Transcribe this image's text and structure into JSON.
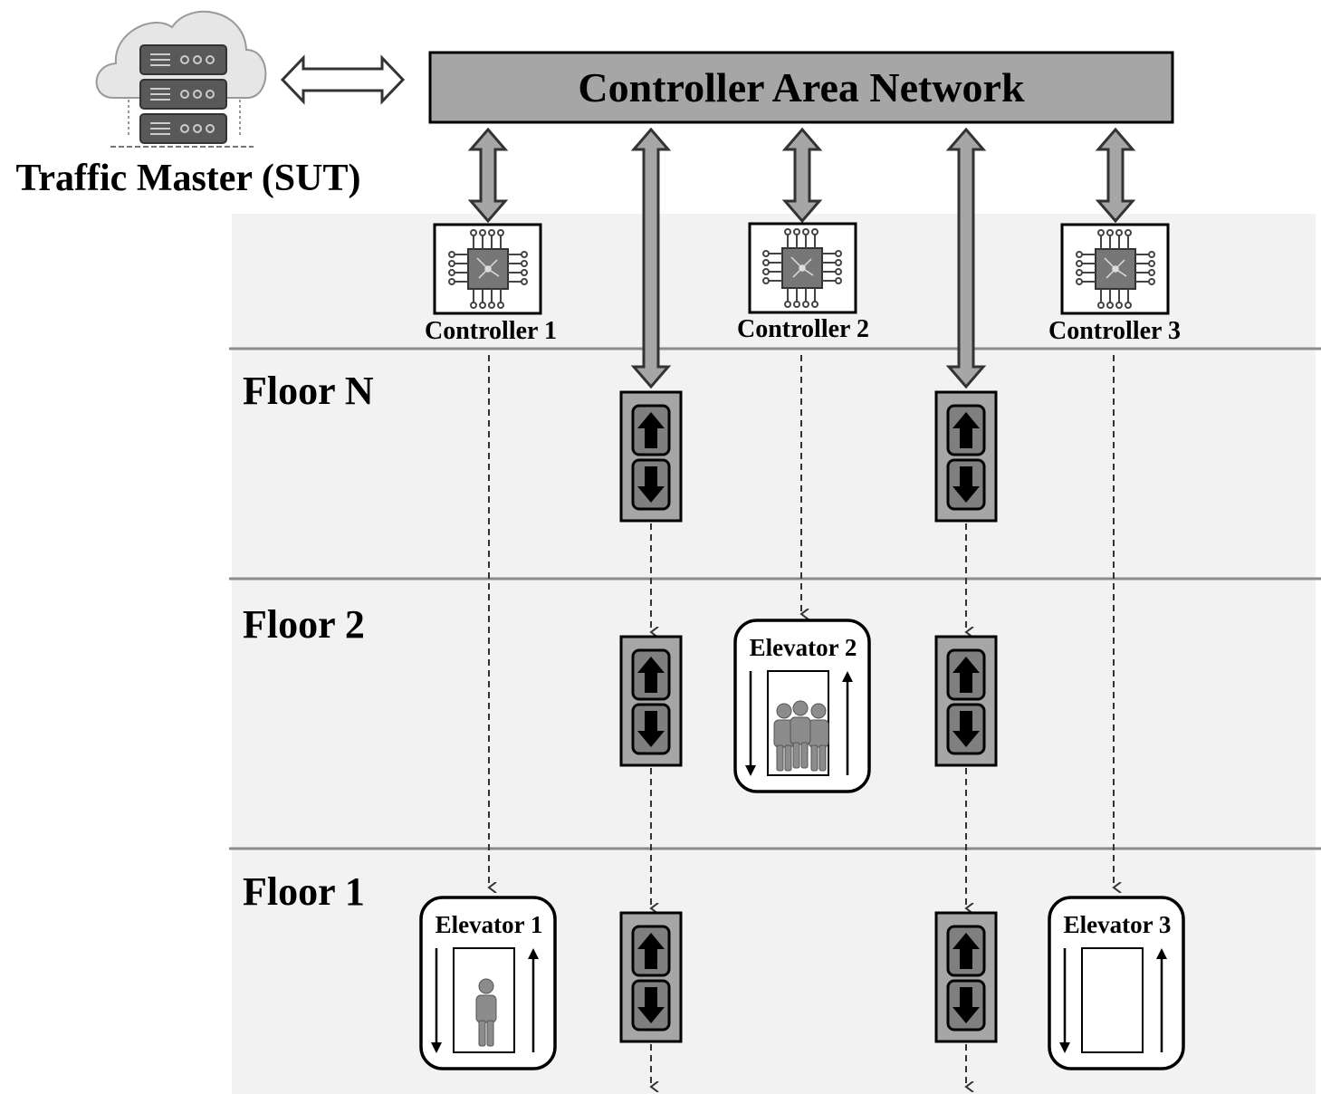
{
  "network": {
    "title": "Controller Area Network"
  },
  "master": {
    "label": "Traffic Master (SUT)",
    "icon": "cloud-server-icon"
  },
  "controllers": [
    {
      "label": "Controller 1",
      "icon": "chip-icon"
    },
    {
      "label": "Controller 2",
      "icon": "chip-icon"
    },
    {
      "label": "Controller 3",
      "icon": "chip-icon"
    }
  ],
  "floors": [
    {
      "label": "Floor N"
    },
    {
      "label": "Floor 2"
    },
    {
      "label": "Floor 1"
    }
  ],
  "elevators": [
    {
      "label": "Elevator 1",
      "passengers": 1
    },
    {
      "label": "Elevator 2",
      "passengers": 3
    },
    {
      "label": "Elevator 3",
      "passengers": 0
    }
  ],
  "call_panels": {
    "icons": [
      "up-arrow-icon",
      "down-arrow-icon"
    ]
  },
  "colors": {
    "background_band": "#f2f2f2",
    "network_bar": "#a6a6a6",
    "arrow_fill": "#a6a6a6",
    "panel_fill": "#a6a6a6",
    "person_fill": "#8c8c8c"
  }
}
